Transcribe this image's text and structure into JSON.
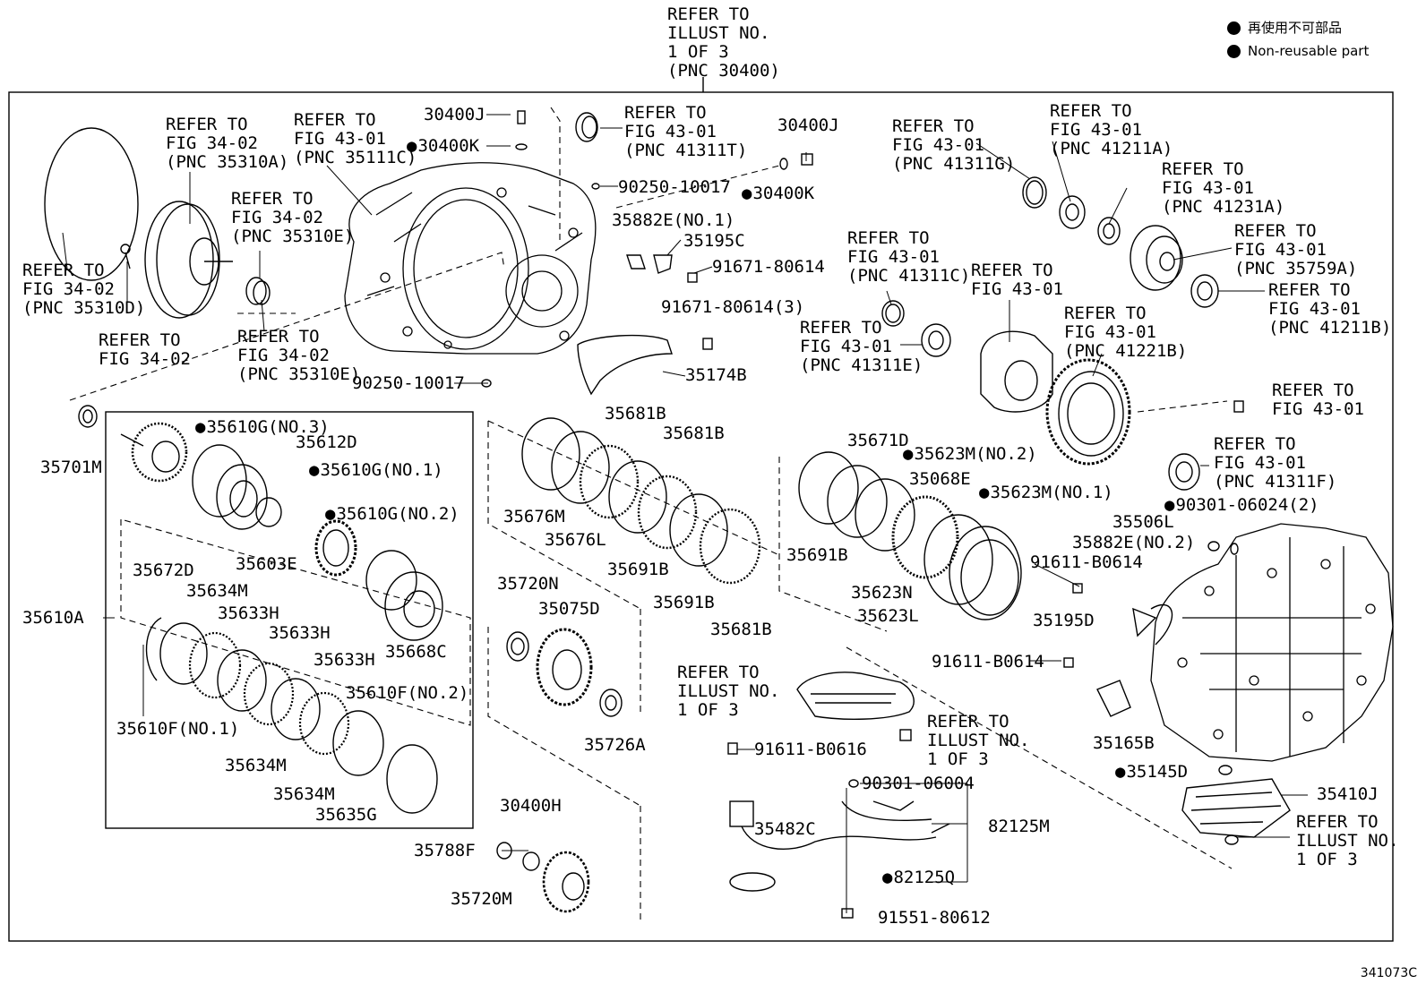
{
  "legend": {
    "item_jp": "再使用不可部品",
    "item_en": "Non-reusable part"
  },
  "figure_code": "341073C",
  "labels": {
    "top_ref": "REFER TO\nILLUST NO.\n1 OF 3\n(PNC 30400)",
    "ref_35310A": "REFER TO\nFIG 34-02\n(PNC 35310A)",
    "ref_35111C": "REFER TO\nFIG 43-01\n(PNC 35111C)",
    "ref_35310E_a": "REFER TO\nFIG 34-02\n(PNC 35310E)",
    "ref_35310D": "REFER TO\nFIG 34-02\n(PNC 35310D)",
    "ref_3402": "REFER TO\nFIG 34-02",
    "ref_35310E_b": "REFER TO\nFIG 34-02\n(PNC 35310E)",
    "p30400J_a": "30400J",
    "p30400K_a": "30400K",
    "ref_41311T": "REFER TO\nFIG 43-01\n(PNC 41311T)",
    "p30400J_b": "30400J",
    "p90250_a": "90250-10017",
    "p30400K_b": "30400K",
    "p35882E1": "35882E(NO.1)",
    "p35195C": "35195C",
    "p91671_a": "91671-80614",
    "p91671_b": "91671-80614(3)",
    "p35174B": "35174B",
    "p90250_b": "90250-10017",
    "ref_41311G": "REFER TO\nFIG 43-01\n(PNC 41311G)",
    "ref_41211A": "REFER TO\nFIG 43-01\n(PNC 41211A)",
    "ref_41231A": "REFER TO\nFIG 43-01\n(PNC 41231A)",
    "ref_35759A": "REFER TO\nFIG 43-01\n(PNC 35759A)",
    "ref_41211B": "REFER TO\nFIG 43-01\n(PNC 41211B)",
    "ref_41311C": "REFER TO\nFIG 43-01\n(PNC 41311C)",
    "ref_4301_a": "REFER TO\nFIG 43-01",
    "ref_41311E": "REFER TO\nFIG 43-01\n(PNC 41311E)",
    "ref_41221B": "REFER TO\nFIG 43-01\n(PNC 41221B)",
    "ref_4301_b": "REFER TO\nFIG 43-01",
    "ref_41311F": "REFER TO\nFIG 43-01\n(PNC 41311F)",
    "p35701M": "35701M",
    "p35610G3": "35610G(NO.3)",
    "p35612D": "35612D",
    "p35610G1": "35610G(NO.1)",
    "p35610G2": "35610G(NO.2)",
    "p35603E": "35603E",
    "p35610A": "35610A",
    "p35672D": "35672D",
    "p35634M_a": "35634M",
    "p35633H_a": "35633H",
    "p35633H_b": "35633H",
    "p35633H_c": "35633H",
    "p35668C": "35668C",
    "p35610F2": "35610F(NO.2)",
    "p35610F1": "35610F(NO.1)",
    "p35634M_b": "35634M",
    "p35634M_c": "35634M",
    "p35635G": "35635G",
    "p35681B_a": "35681B",
    "p35681B_b": "35681B",
    "p35676M": "35676M",
    "p35676L": "35676L",
    "p35691B_a": "35691B",
    "p35691B_b": "35691B",
    "p35681B_c": "35681B",
    "p35720N": "35720N",
    "p35075D": "35075D",
    "p35726A": "35726A",
    "p30400H": "30400H",
    "p35788F": "35788F",
    "p35720M": "35720M",
    "p35671D": "35671D",
    "p35623M2": "35623M(NO.2)",
    "p35068E": "35068E",
    "p35623M1": "35623M(NO.1)",
    "p35691B_c": "35691B",
    "p35623N": "35623N",
    "p35623L": "35623L",
    "ref_illust_a": "REFER TO\nILLUST NO.\n1 OF 3",
    "ref_illust_b": "REFER TO\nILLUST NO.\n1 OF 3",
    "p91611_B0616": "91611-B0616",
    "p90301_06004": "90301-06004",
    "p35482C": "35482C",
    "p82125M": "82125M",
    "p82125Q": "82125Q",
    "p91551": "91551-80612",
    "p90301_06024": "90301-06024(2)",
    "p35506L": "35506L",
    "p35882E2": "35882E(NO.2)",
    "p91611_a": "91611-B0614",
    "p35195D": "35195D",
    "p91611_b": "91611-B0614",
    "p35165B": "35165B",
    "p35145D": "35145D",
    "p35410J": "35410J",
    "ref_illust_c": "REFER TO\nILLUST NO.\n1 OF 3"
  }
}
